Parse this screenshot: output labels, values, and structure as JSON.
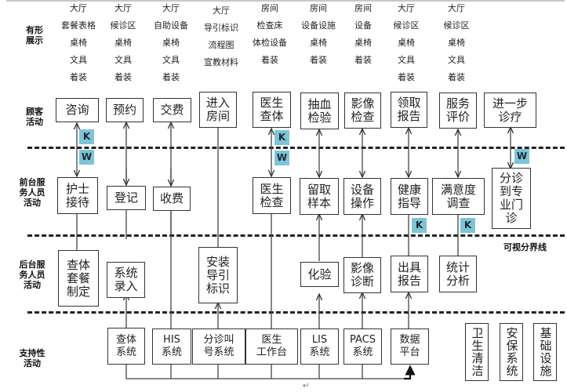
{
  "diagram": {
    "type": "service-blueprint",
    "boundary_label": "可视分界线",
    "row_labels": {
      "physical_evidence": "有形\n展示",
      "customer": "顾客\n活动",
      "frontstage": "前台服\n务人员\n活动",
      "backstage": "后台服\n务人员\n活动",
      "support": "支持性\n活动"
    },
    "physical_evidence": [
      [
        "大厅",
        "套餐表格",
        "桌椅",
        "文具",
        "着装"
      ],
      [
        "大厅",
        "候诊区",
        "桌椅",
        "文具",
        "着装"
      ],
      [
        "大厅",
        "自助设备",
        "桌椅",
        "文具",
        "着装"
      ],
      [
        "大厅",
        "导引标识",
        "流程图",
        "宣教材料"
      ],
      [
        "房间",
        "检查床",
        "体检设备",
        "着装"
      ],
      [
        "房间",
        "设备设施",
        "桌椅",
        "着装"
      ],
      [
        "房间",
        "设备",
        "桌椅",
        "着装"
      ],
      [
        "大厅",
        "候诊区",
        "桌椅",
        "文具",
        "着装"
      ],
      [
        "大厅",
        "候诊区",
        "桌椅",
        "文具",
        "着装"
      ]
    ],
    "customer_activities": [
      "咨询",
      "预约",
      "交费",
      "进入房间",
      "医生查体",
      "抽血检验",
      "影像检查",
      "领取报告",
      "服务评价",
      "进一步诊疗"
    ],
    "frontstage_activities": [
      "护士接待",
      "登记",
      "收费",
      "医生检查",
      "留取样本",
      "设备操作",
      "健康指导",
      "满意度调查",
      "分诊到专业门诊"
    ],
    "backstage_activities": [
      "查体套餐制定",
      "系统录入",
      "安装导引标识",
      "化验",
      "影像诊断",
      "出具报告",
      "统计分析"
    ],
    "support_systems": [
      "查体系统",
      "HIS系统",
      "分诊叫号系统",
      "医生工作台",
      "LIS系统",
      "PACS系统",
      "数据平台"
    ],
    "support_facilities": [
      "卫生清洁",
      "安保系统",
      "基础设施"
    ],
    "badges": {
      "k": "K",
      "w": "W"
    },
    "paragraph_mark": "↵"
  }
}
